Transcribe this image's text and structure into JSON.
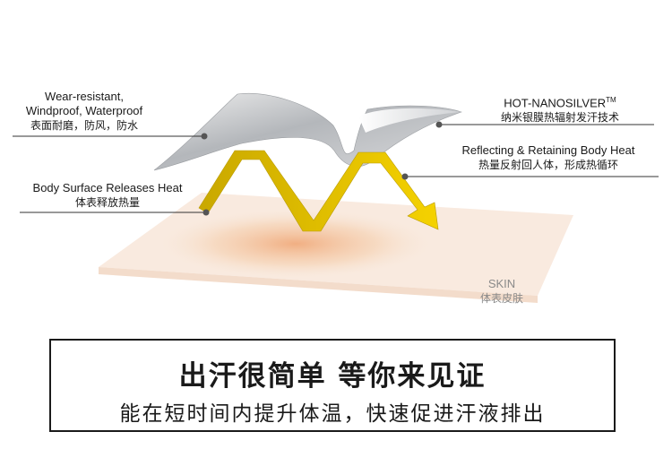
{
  "labels": {
    "wear_line1": "Wear-resistant,",
    "wear_line2": "Windproof, Waterproof",
    "wear_cn": "表面耐磨，防风，防水",
    "body_en": "Body Surface Releases Heat",
    "body_cn": "体表释放热量",
    "nano_en": "HOT-NANOSILVER",
    "nano_tm": "TM",
    "nano_cn": "纳米银膜热辐射发汗技术",
    "refl_en": "Reflecting & Retaining Body Heat",
    "refl_cn": "热量反射回人体，形成热循环",
    "skin_en": "SKIN",
    "skin_cn": "体表皮肤"
  },
  "banner": {
    "headline": "出汗很简单 等你来见证",
    "subline": "能在短时间内提升体温，快速促进汗液排出"
  },
  "colors": {
    "arrow": "#f5d200",
    "arrow_dark": "#c9a800",
    "film": "#b9bcc0",
    "skin": "#f7e4d2",
    "skin_glow": "#f2b894",
    "leader": "#333333"
  },
  "icons": {
    "heat_arrow": "zigzag-arrow-icon",
    "film": "silver-film-icon"
  }
}
